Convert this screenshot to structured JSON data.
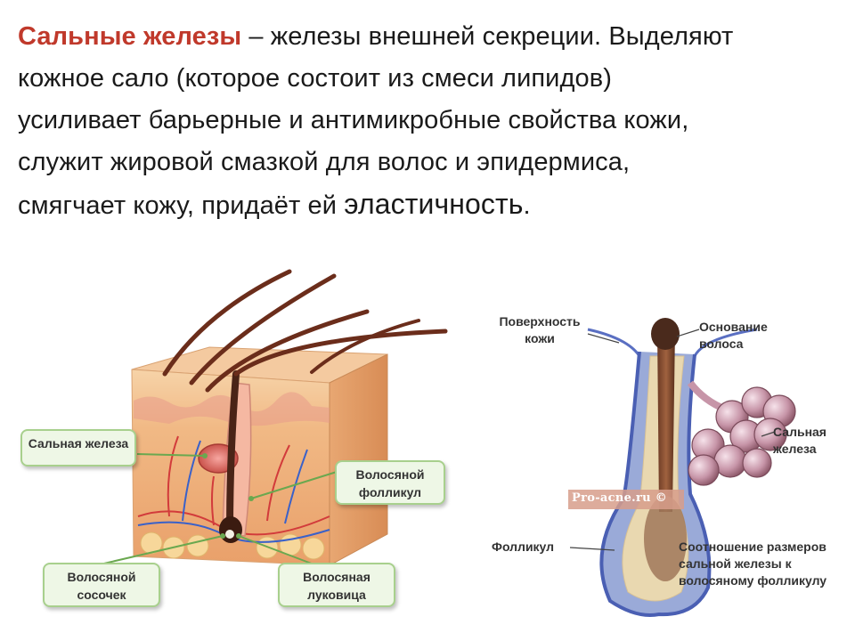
{
  "intro": {
    "term": "Сальные железы",
    "line1_rest": " – железы внешней секреции. Выделяют",
    "line2": "кожное сало (которое состоит из смеси липидов)",
    "line3": "усиливает барьерные и антимикробные свойства кожи,",
    "line4": "служит жировой смазкой для волос и эпидермиса,",
    "line5_start": "смягчает кожу, придаёт ей ",
    "line5_big": "эластичность",
    "line5_end": "."
  },
  "left_figure": {
    "labels": {
      "gland": "Сальная железа",
      "follicle": "Волосяной фолликул",
      "papilla": "Волосяной сосочек",
      "bulb": "Волосяная луковица"
    }
  },
  "right_figure": {
    "labels": {
      "surface": "Поверхность кожи",
      "hair_base": "Основание волоса",
      "gland": "Сальная железа",
      "follicle": "Фолликул",
      "ratio": "Соотношение размеров сальной железы к волосяному фолликулу"
    },
    "watermark": "Pro-acne.ru ©"
  },
  "colors": {
    "highlight": "#c0392b",
    "label_bg": "#eef7e6",
    "label_border": "#a8d08d",
    "skin": "#f3c08f",
    "follicle_blue": "#5a6fc2"
  }
}
